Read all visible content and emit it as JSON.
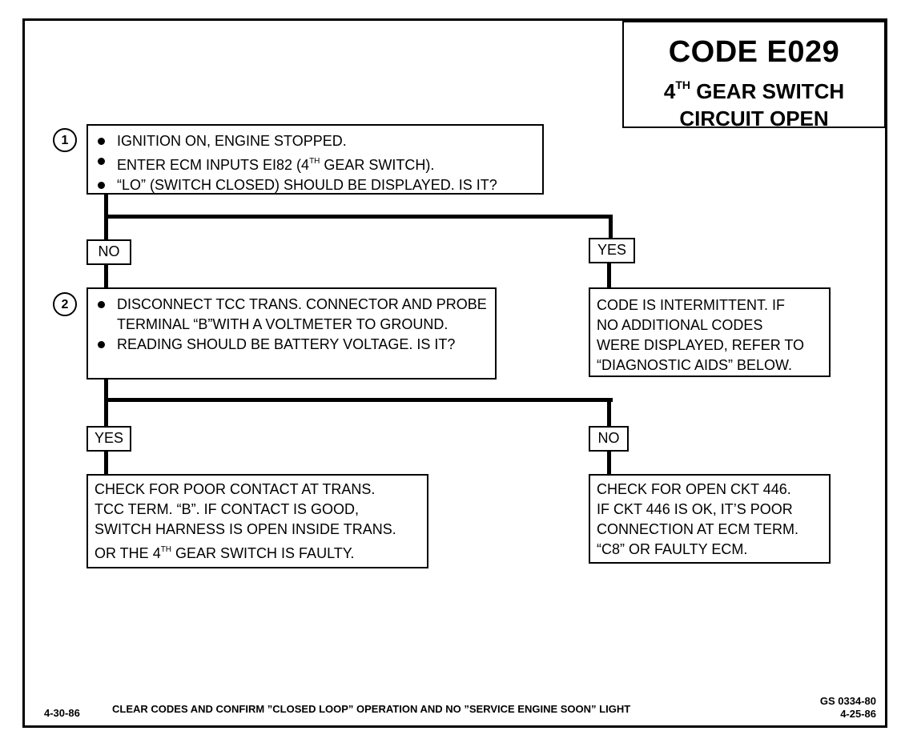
{
  "title": {
    "code": "CODE E029",
    "line1_pre": "4",
    "line1_sup": "TH",
    "line1_post": " GEAR SWITCH",
    "line2": "CIRCUIT OPEN"
  },
  "steps": [
    {
      "number": "1",
      "bullets": [
        "IGNITION ON, ENGINE STOPPED.",
        "ENTER ECM INPUTS EI82 (4TH GEAR SWITCH).",
        "“LO” (SWITCH CLOSED) SHOULD BE DISPLAYED.  IS IT?"
      ],
      "no_label": "NO",
      "yes_label": "YES"
    },
    {
      "number": "2",
      "bullets": [
        "DISCONNECT TCC TRANS. CONNECTOR AND PROBE TERMINAL “B”WITH A VOLTMETER TO GROUND.",
        "READING SHOULD BE BATTERY VOLTAGE.  IS IT?"
      ],
      "yes_label": "YES",
      "no_label": "NO"
    }
  ],
  "results": {
    "intermittent": [
      "CODE IS INTERMITTENT. IF",
      "NO ADDITIONAL CODES",
      "WERE DISPLAYED, REFER TO",
      "“DIAGNOSTIC AIDS” BELOW."
    ],
    "poor_contact": [
      "CHECK FOR POOR CONTACT AT TRANS.",
      "TCC TERM. “B”.  IF CONTACT IS GOOD,",
      "SWITCH HARNESS IS OPEN INSIDE TRANS.",
      "OR THE 4TH GEAR SWITCH IS FAULTY."
    ],
    "open_ckt": [
      "CHECK FOR OPEN CKT 446.",
      "IF CKT 446 IS OK, IT’S POOR",
      "CONNECTION AT ECM TERM.",
      "“C8” OR FAULTY ECM."
    ]
  },
  "footer": {
    "date_left": "4-30-86",
    "instruction": "CLEAR CODES AND CONFIRM ”CLOSED LOOP”  OPERATION AND NO ”SERVICE ENGINE SOON” LIGHT",
    "ref_code": "GS 0334-80",
    "ref_date": "4-25-86"
  }
}
